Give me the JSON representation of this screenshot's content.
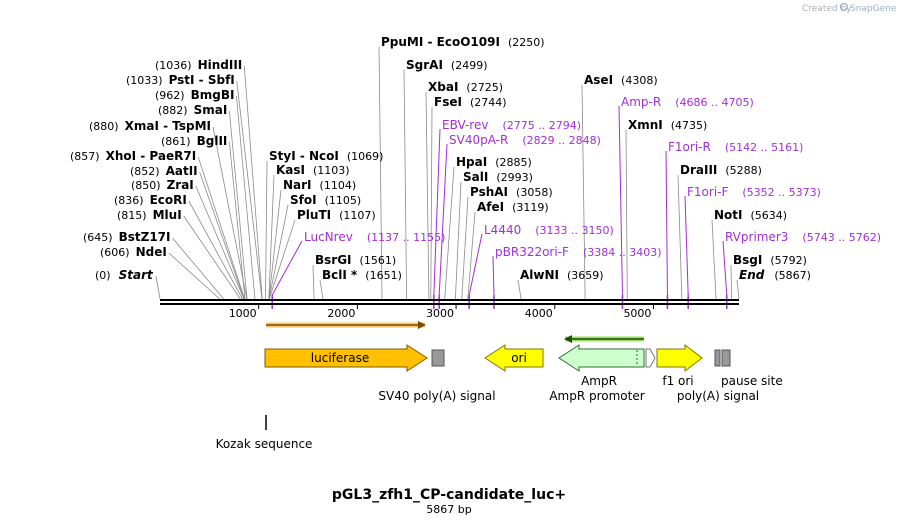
{
  "credit": {
    "prefix": "Created by",
    "brand": "SnapGene"
  },
  "map": {
    "title": "pGL3_zfh1_CP-candidate_luc+",
    "length_label": "5867 bp",
    "total_bp": 5867
  },
  "ruler": {
    "ticks": [
      1000,
      2000,
      3000,
      4000,
      5000
    ]
  },
  "sites": [
    {
      "name": "HindIII",
      "pos_label": "(1036)",
      "bp": 1036,
      "pos_first": true
    },
    {
      "name": "PstI - SbfI",
      "pos_label": "(1033)",
      "bp": 1033,
      "pos_first": true
    },
    {
      "name": "BmgBI",
      "pos_label": "(962)",
      "bp": 962,
      "pos_first": true
    },
    {
      "name": "SmaI",
      "pos_label": "(882)",
      "bp": 882,
      "pos_first": true
    },
    {
      "name": "XmaI - TspMI",
      "pos_label": "(880)",
      "bp": 880,
      "pos_first": true
    },
    {
      "name": "BglII",
      "pos_label": "(861)",
      "bp": 861,
      "pos_first": true
    },
    {
      "name": "XhoI - PaeR7I",
      "pos_label": "(857)",
      "bp": 857,
      "pos_first": true
    },
    {
      "name": "AatII",
      "pos_label": "(852)",
      "bp": 852,
      "pos_first": true
    },
    {
      "name": "ZraI",
      "pos_label": "(850)",
      "bp": 850,
      "pos_first": true
    },
    {
      "name": "EcoRI",
      "pos_label": "(836)",
      "bp": 836,
      "pos_first": true
    },
    {
      "name": "MluI",
      "pos_label": "(815)",
      "bp": 815,
      "pos_first": true
    },
    {
      "name": "BstZ17I",
      "pos_label": "(645)",
      "bp": 645,
      "pos_first": true
    },
    {
      "name": "NdeI",
      "pos_label": "(606)",
      "bp": 606,
      "pos_first": true
    },
    {
      "name": "Start",
      "pos_label": "(0)",
      "bp": 0,
      "pos_first": true,
      "italic": true
    },
    {
      "name": "StyI - NcoI",
      "pos_label": "(1069)",
      "bp": 1069,
      "pos_first": false
    },
    {
      "name": "KasI",
      "pos_label": "(1103)",
      "bp": 1103,
      "pos_first": false
    },
    {
      "name": "NarI",
      "pos_label": "(1104)",
      "bp": 1104,
      "pos_first": false
    },
    {
      "name": "SfoI",
      "pos_label": "(1105)",
      "bp": 1105,
      "pos_first": false
    },
    {
      "name": "PluTI",
      "pos_label": "(1107)",
      "bp": 1107,
      "pos_first": false
    },
    {
      "name": "PpuMI - EcoO109I",
      "pos_label": "(2250)",
      "bp": 2250,
      "pos_first": false
    },
    {
      "name": "SgrAI",
      "pos_label": "(2499)",
      "bp": 2499,
      "pos_first": false
    },
    {
      "name": "BsrGI",
      "pos_label": "(1561)",
      "bp": 1561,
      "pos_first": false
    },
    {
      "name": "BclI *",
      "pos_label": "(1651)",
      "bp": 1651,
      "pos_first": false
    },
    {
      "name": "XbaI",
      "pos_label": "(2725)",
      "bp": 2725,
      "pos_first": false
    },
    {
      "name": "FseI",
      "pos_label": "(2744)",
      "bp": 2744,
      "pos_first": false
    },
    {
      "name": "HpaI",
      "pos_label": "(2885)",
      "bp": 2885,
      "pos_first": false
    },
    {
      "name": "SalI",
      "pos_label": "(2993)",
      "bp": 2993,
      "pos_first": false
    },
    {
      "name": "PshAI",
      "pos_label": "(3058)",
      "bp": 3058,
      "pos_first": false
    },
    {
      "name": "AfeI",
      "pos_label": "(3119)",
      "bp": 3119,
      "pos_first": false
    },
    {
      "name": "AseI",
      "pos_label": "(4308)",
      "bp": 4308,
      "pos_first": false
    },
    {
      "name": "AlwNI",
      "pos_label": "(3659)",
      "bp": 3659,
      "pos_first": false
    },
    {
      "name": "XmnI",
      "pos_label": "(4735)",
      "bp": 4735,
      "pos_first": false
    },
    {
      "name": "DraIII",
      "pos_label": "(5288)",
      "bp": 5288,
      "pos_first": false
    },
    {
      "name": "NotI",
      "pos_label": "(5634)",
      "bp": 5634,
      "pos_first": false
    },
    {
      "name": "BsgI",
      "pos_label": "(5792)",
      "bp": 5792,
      "pos_first": false
    },
    {
      "name": "End",
      "pos_label": "(5867)",
      "bp": 5867,
      "pos_first": false,
      "italic": true
    }
  ],
  "primers": [
    {
      "name": "LucNrev",
      "range": "(1137 .. 1155)",
      "bp": 1137
    },
    {
      "name": "EBV-rev",
      "range": "(2775 .. 2794)",
      "bp": 2775
    },
    {
      "name": "SV40pA-R",
      "range": "(2829 .. 2848)",
      "bp": 2829
    },
    {
      "name": "L4440",
      "range": "(3133 .. 3150)",
      "bp": 3133
    },
    {
      "name": "pBR322ori-F",
      "range": "(3384 .. 3403)",
      "bp": 3384
    },
    {
      "name": "Amp-R",
      "range": "(4686 .. 4705)",
      "bp": 4686
    },
    {
      "name": "F1ori-R",
      "range": "(5142 .. 5161)",
      "bp": 5142
    },
    {
      "name": "F1ori-F",
      "range": "(5352 .. 5373)",
      "bp": 5352
    },
    {
      "name": "RVprimer3",
      "range": "(5743 .. 5762)",
      "bp": 5743
    }
  ],
  "features": {
    "luciferase": "luciferase",
    "ori": "ori",
    "sv40_polya": "SV40 poly(A) signal",
    "kozak": "Kozak sequence",
    "ampr": "AmpR",
    "ampr_promoter": "AmpR promoter",
    "f1_ori": "f1 ori",
    "pause_site": "pause site",
    "polya": "poly(A) signal"
  },
  "colors": {
    "primer": "#a32ed6",
    "luciferase": "#ffc000",
    "ori": "#ffff00",
    "ampr": "#ccffcc",
    "f1_ori": "#ffff00",
    "terminator": "#999999",
    "orf_orange": "#ff9900",
    "orf_green": "#339900"
  }
}
